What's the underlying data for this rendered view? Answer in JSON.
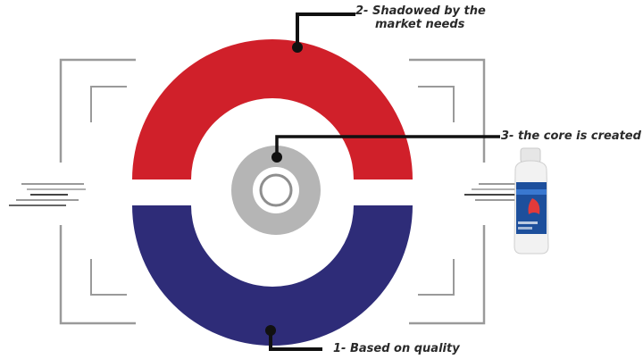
{
  "diagram": {
    "labels": {
      "market": {
        "line1": "2- Shadowed by the",
        "line2": "market needs"
      },
      "core": "3- the core is created",
      "quality": "1- Based on quality"
    },
    "colors": {
      "top_ring": "#d0202a",
      "bottom_ring": "#2e2c78",
      "core_ring": "#b5b5b5",
      "frame_lines": "#9a9a9a",
      "leader_lines": "#111111",
      "label_text": "#2a2a2a"
    },
    "product_image": {
      "icon": "bottle-icon",
      "colors": {
        "body": "#f2f2f2",
        "label": "#1d4f9c",
        "accent": "#e23a3a"
      }
    }
  }
}
